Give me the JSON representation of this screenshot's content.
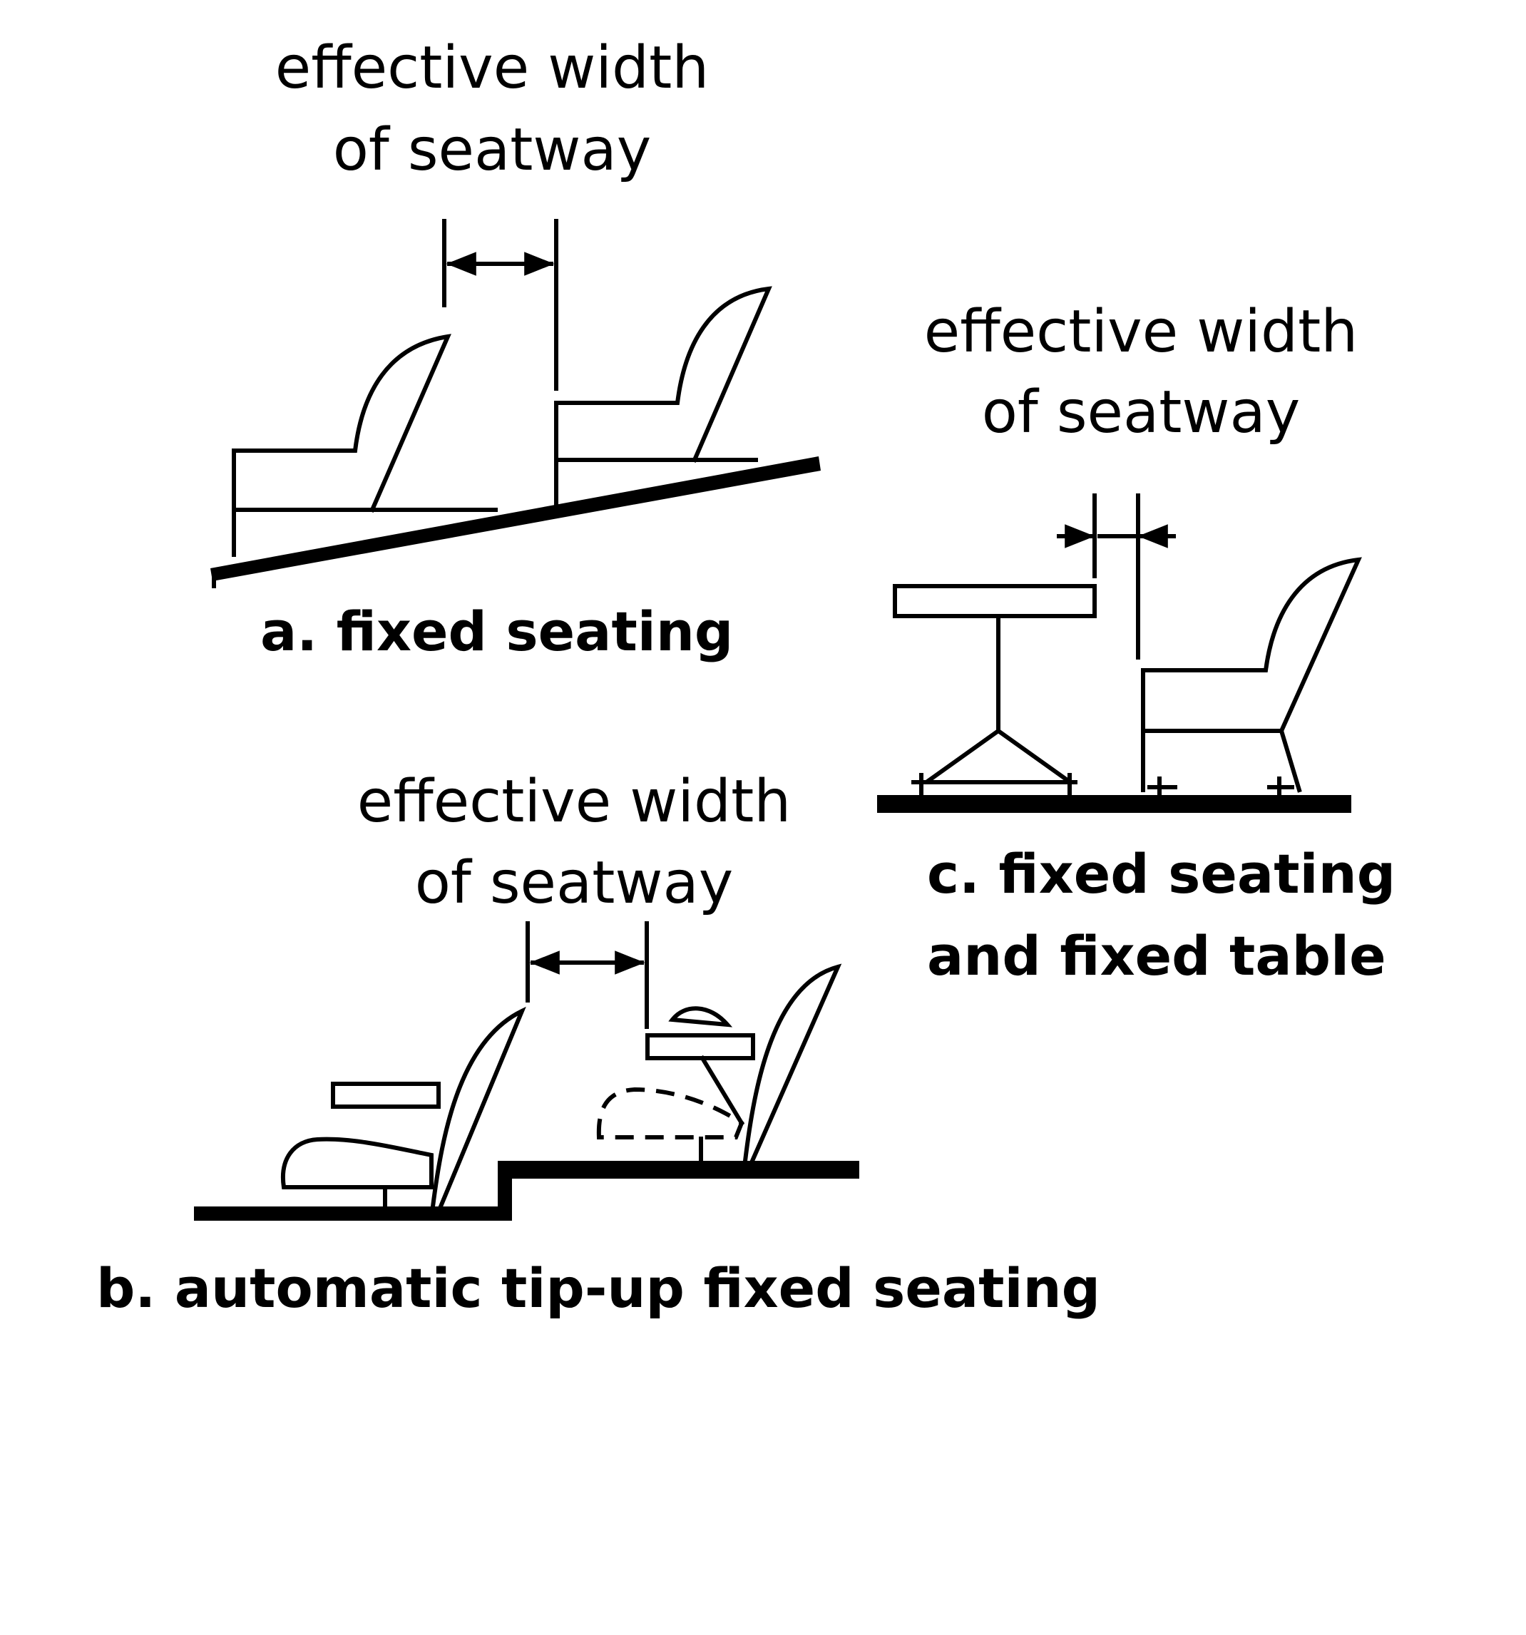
{
  "panel_a": {
    "caption_line1": "effective width",
    "caption_line2": "of seatway",
    "label": "a. fixed seating"
  },
  "panel_b": {
    "caption_line1": "effective width",
    "caption_line2": "of seatway",
    "label": "b. automatic tip-up fixed seating"
  },
  "panel_c": {
    "caption_line1": "effective width",
    "caption_line2": "of seatway",
    "label_line1": "c. fixed seating",
    "label_line2": "and fixed table"
  }
}
